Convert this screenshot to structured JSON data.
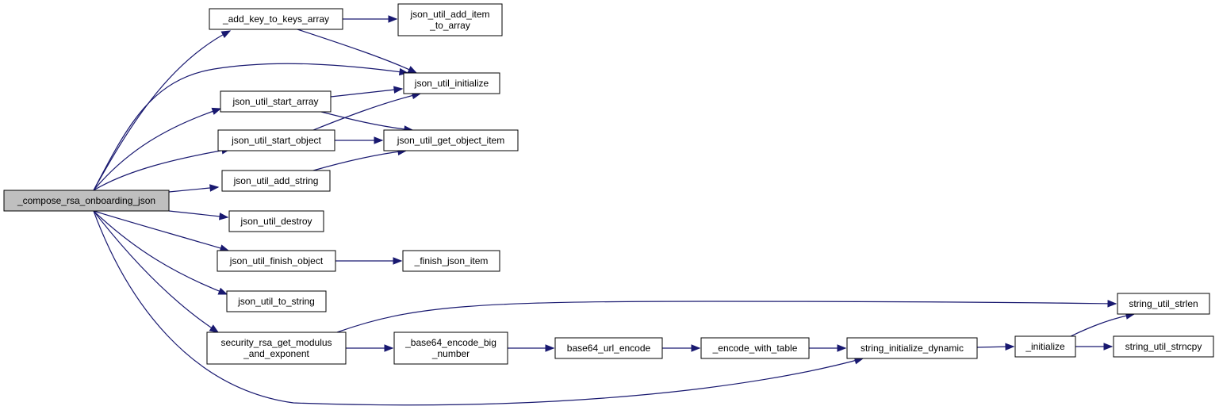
{
  "diagram": {
    "edge_color": "#191970",
    "root_fill": "#bfbfbf",
    "nodes": [
      {
        "id": "compose",
        "lines": [
          "_compose_rsa_onboarding_json"
        ],
        "root": true
      },
      {
        "id": "add_key",
        "lines": [
          "_add_key_to_keys_array"
        ]
      },
      {
        "id": "add_item",
        "lines": [
          "json_util_add_item",
          "_to_array"
        ]
      },
      {
        "id": "initialize_json",
        "lines": [
          "json_util_initialize"
        ]
      },
      {
        "id": "start_array",
        "lines": [
          "json_util_start_array"
        ]
      },
      {
        "id": "start_object",
        "lines": [
          "json_util_start_object"
        ]
      },
      {
        "id": "get_object_item",
        "lines": [
          "json_util_get_object_item"
        ]
      },
      {
        "id": "add_string",
        "lines": [
          "json_util_add_string"
        ]
      },
      {
        "id": "destroy",
        "lines": [
          "json_util_destroy"
        ]
      },
      {
        "id": "finish_object",
        "lines": [
          "json_util_finish_object"
        ]
      },
      {
        "id": "finish_json_item",
        "lines": [
          "_finish_json_item"
        ]
      },
      {
        "id": "to_string",
        "lines": [
          "json_util_to_string"
        ]
      },
      {
        "id": "rsa_modulus",
        "lines": [
          "security_rsa_get_modulus",
          "_and_exponent"
        ]
      },
      {
        "id": "b64_big",
        "lines": [
          "_base64_encode_big",
          "_number"
        ]
      },
      {
        "id": "b64_url",
        "lines": [
          "base64_url_encode"
        ]
      },
      {
        "id": "encode_table",
        "lines": [
          "_encode_with_table"
        ]
      },
      {
        "id": "string_init_dyn",
        "lines": [
          "string_initialize_dynamic"
        ]
      },
      {
        "id": "initialize",
        "lines": [
          "_initialize"
        ]
      },
      {
        "id": "strlen",
        "lines": [
          "string_util_strlen"
        ]
      },
      {
        "id": "strncpy",
        "lines": [
          "string_util_strncpy"
        ]
      }
    ],
    "edges": [
      {
        "from": "compose",
        "to": "add_key"
      },
      {
        "from": "compose",
        "to": "initialize_json"
      },
      {
        "from": "compose",
        "to": "start_array"
      },
      {
        "from": "compose",
        "to": "start_object"
      },
      {
        "from": "compose",
        "to": "add_string"
      },
      {
        "from": "compose",
        "to": "destroy"
      },
      {
        "from": "compose",
        "to": "finish_object"
      },
      {
        "from": "compose",
        "to": "to_string"
      },
      {
        "from": "compose",
        "to": "rsa_modulus"
      },
      {
        "from": "compose",
        "to": "string_init_dyn"
      },
      {
        "from": "add_key",
        "to": "add_item"
      },
      {
        "from": "add_key",
        "to": "initialize_json"
      },
      {
        "from": "start_array",
        "to": "initialize_json"
      },
      {
        "from": "start_array",
        "to": "get_object_item"
      },
      {
        "from": "start_object",
        "to": "initialize_json"
      },
      {
        "from": "start_object",
        "to": "get_object_item"
      },
      {
        "from": "add_string",
        "to": "get_object_item"
      },
      {
        "from": "finish_object",
        "to": "finish_json_item"
      },
      {
        "from": "rsa_modulus",
        "to": "strlen"
      },
      {
        "from": "rsa_modulus",
        "to": "b64_big"
      },
      {
        "from": "b64_big",
        "to": "b64_url"
      },
      {
        "from": "b64_url",
        "to": "encode_table"
      },
      {
        "from": "encode_table",
        "to": "string_init_dyn"
      },
      {
        "from": "string_init_dyn",
        "to": "initialize"
      },
      {
        "from": "initialize",
        "to": "strlen"
      },
      {
        "from": "initialize",
        "to": "strncpy"
      }
    ]
  }
}
